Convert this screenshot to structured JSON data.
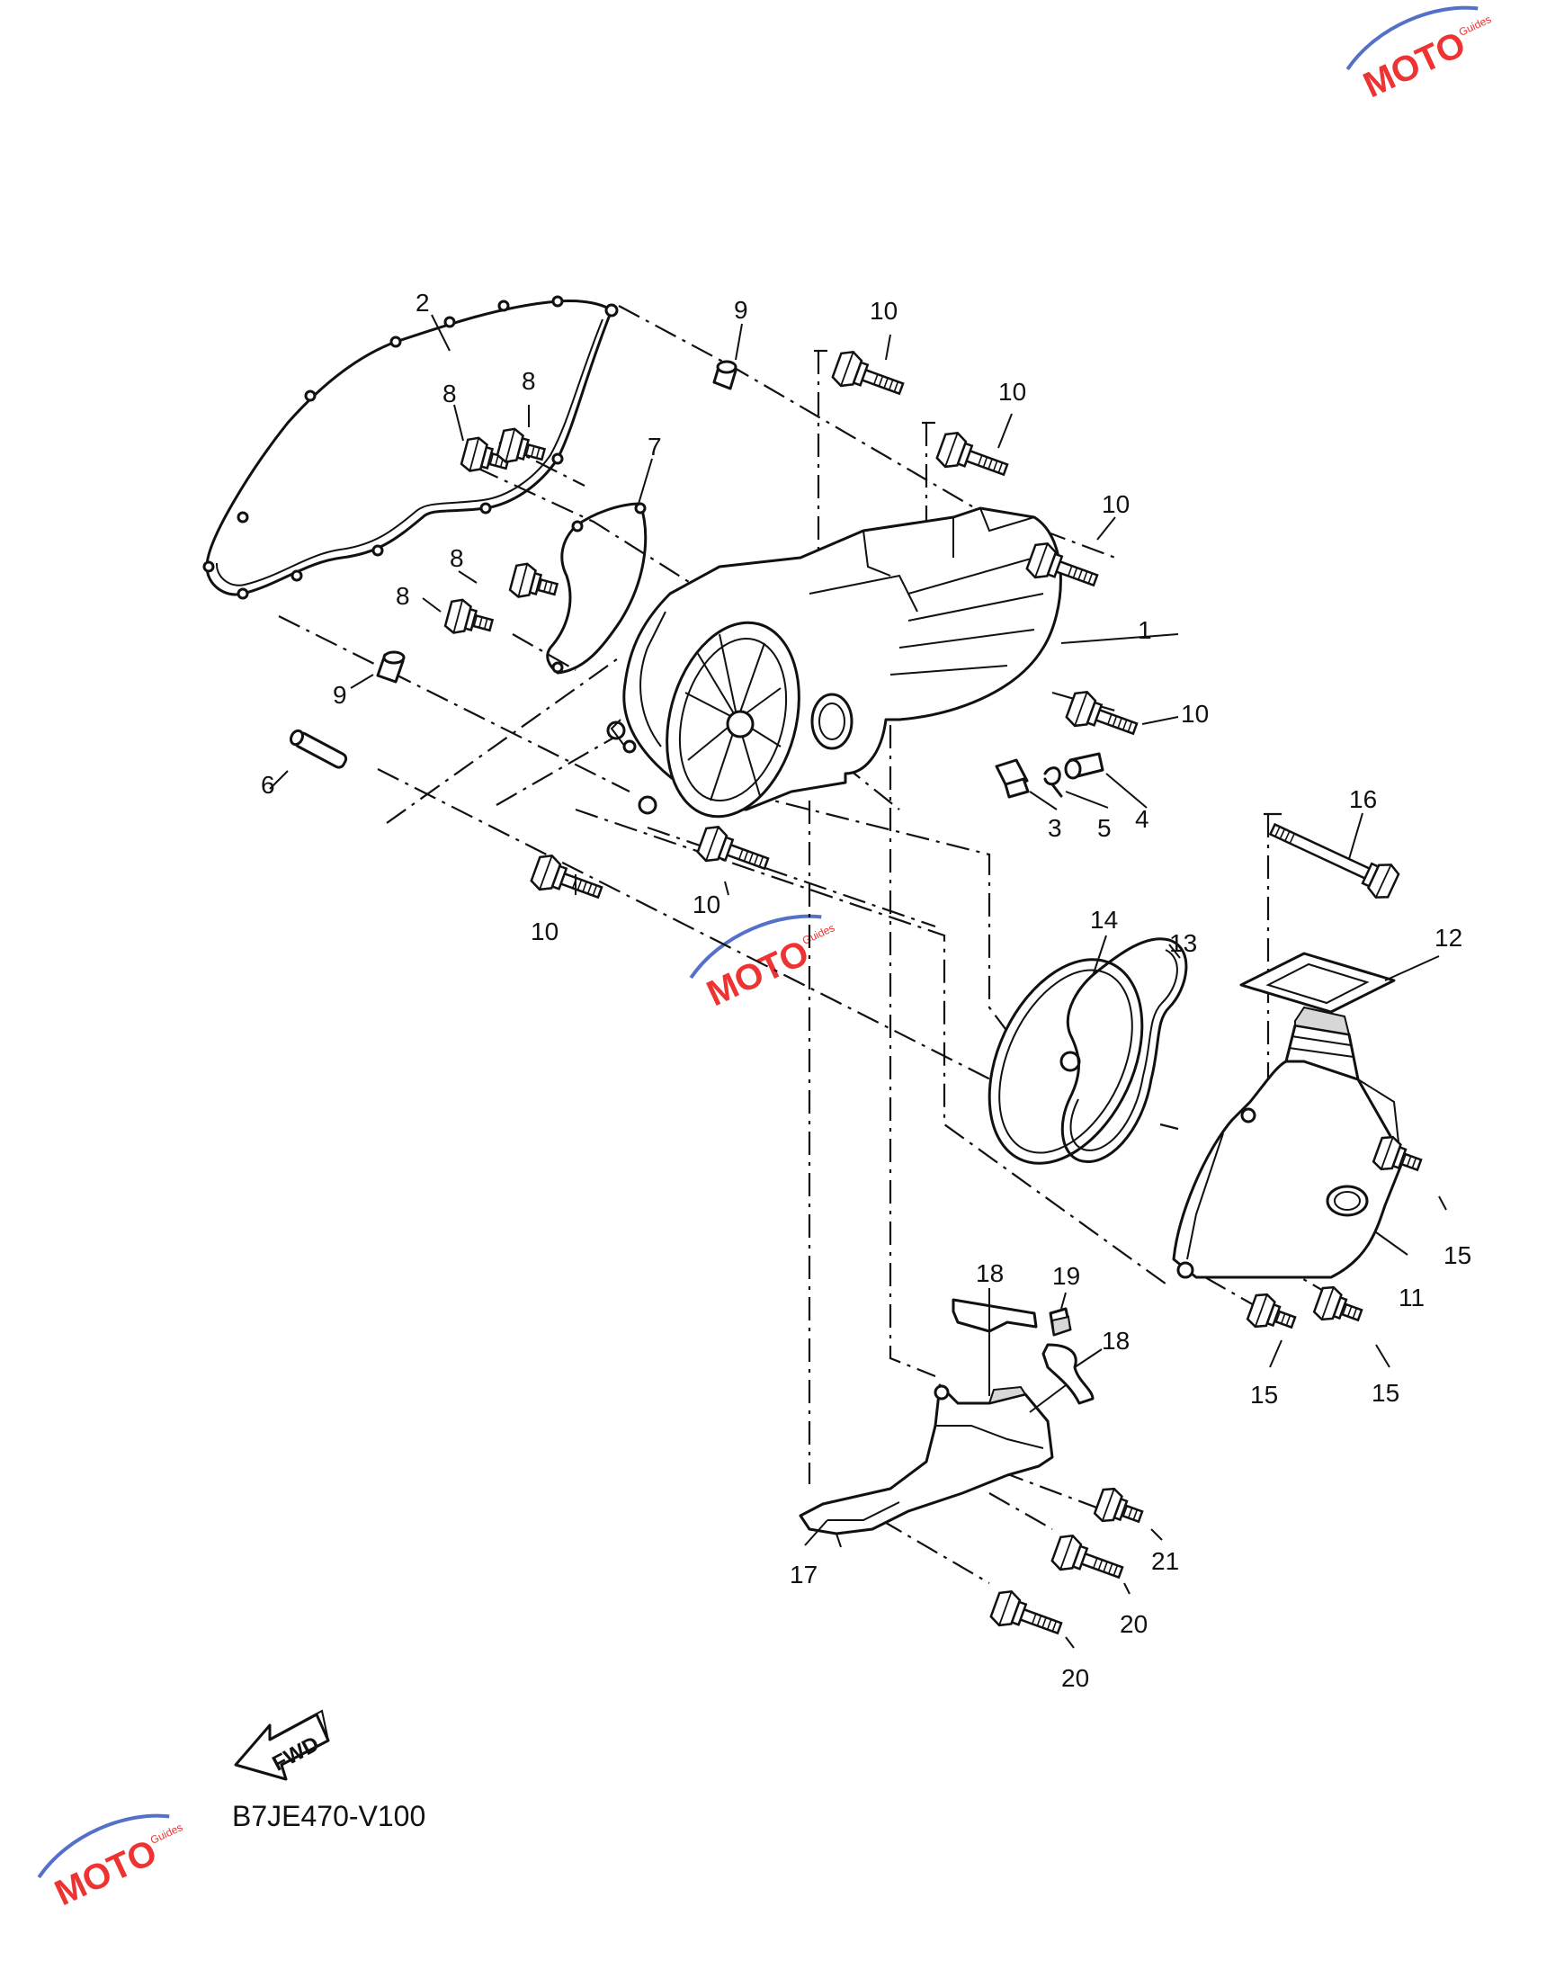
{
  "diagram_code": "B7JE470-V100",
  "fwd_label": "FWD",
  "watermark": {
    "brand": "MOTO",
    "tagline": "Guides",
    "accent_color": "#e33333",
    "secondary_color": "#5570c8"
  },
  "callouts": {
    "c1": "1",
    "c2": "2",
    "c3": "3",
    "c4": "4",
    "c5": "5",
    "c6": "6",
    "c7": "7",
    "c8a": "8",
    "c8b": "8",
    "c8c": "8",
    "c8d": "8",
    "c9a": "9",
    "c9b": "9",
    "c10a": "10",
    "c10b": "10",
    "c10c": "10",
    "c10d": "10",
    "c10e": "10",
    "c10f": "10",
    "c11": "11",
    "c12": "12",
    "c13": "13",
    "c14": "14",
    "c15a": "15",
    "c15b": "15",
    "c15c": "15",
    "c16": "16",
    "c17": "17",
    "c18a": "18",
    "c18b": "18",
    "c19": "19",
    "c20a": "20",
    "c20b": "20",
    "c21": "21"
  }
}
